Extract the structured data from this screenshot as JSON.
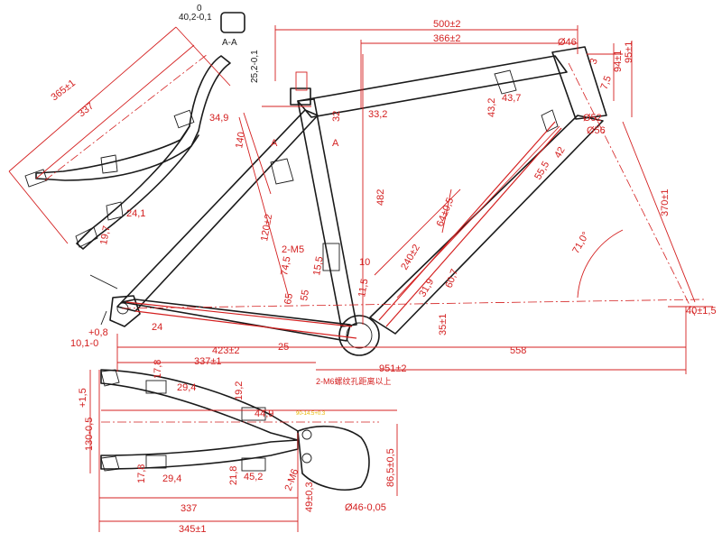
{
  "dimensions": {
    "d500": "500±2",
    "d366": "366±2",
    "d402": "40,2-0,1",
    "d0": "0",
    "dAA": "A-A",
    "d252": "25,2-0,1",
    "dA1": "A",
    "dA2": "A",
    "d365": "365±1",
    "d337a": "337",
    "d349": "34,9",
    "d241": "24,1",
    "d197": "19,7",
    "d32": "32",
    "d332": "33,2",
    "d437": "43,7",
    "d432": "43,2",
    "d46": "Ø46",
    "d3": "3",
    "d75": "7,5",
    "d95": "95±1",
    "d94": "94±1",
    "d52": "Ø52",
    "d56": "Ø56",
    "d42": "42",
    "d555": "55,5",
    "d140": "140",
    "d120": "120±2",
    "d482": "482",
    "d64": "64±0,5",
    "d370": "370±1",
    "d2m5": "2-M5",
    "d155": "15,5",
    "d745": "74,5",
    "d10": "10",
    "d115": "11,5",
    "d240": "240±2",
    "d607": "60,7",
    "d319": "31,9",
    "d71": "71,0°",
    "d65": "65",
    "d55": "55",
    "d35": "35±1",
    "d40": "40±1,5",
    "d08": "+0,8",
    "d101": "10,1-0",
    "d24": "24",
    "d25": "25",
    "d423": "423±2",
    "d337b": "337±1",
    "d558": "558",
    "d951": "951±2",
    "dnote": "2-M6螺纹孔距离以上",
    "d178": "17,8",
    "d294a": "29,4",
    "d192": "19,2",
    "d449": "44,9",
    "dyellow": "90-14.5+0.3",
    "d15": "+1,5",
    "d130": "130-0,5",
    "d178b": "17,8",
    "d294b": "29,4",
    "d218": "21,8",
    "d452": "45,2",
    "d2m6": "2-M6",
    "d49": "49±0,3",
    "d865": "86,5±0,5",
    "d4605": "Ø46-0,05",
    "d337c": "337",
    "d345": "345±1"
  }
}
